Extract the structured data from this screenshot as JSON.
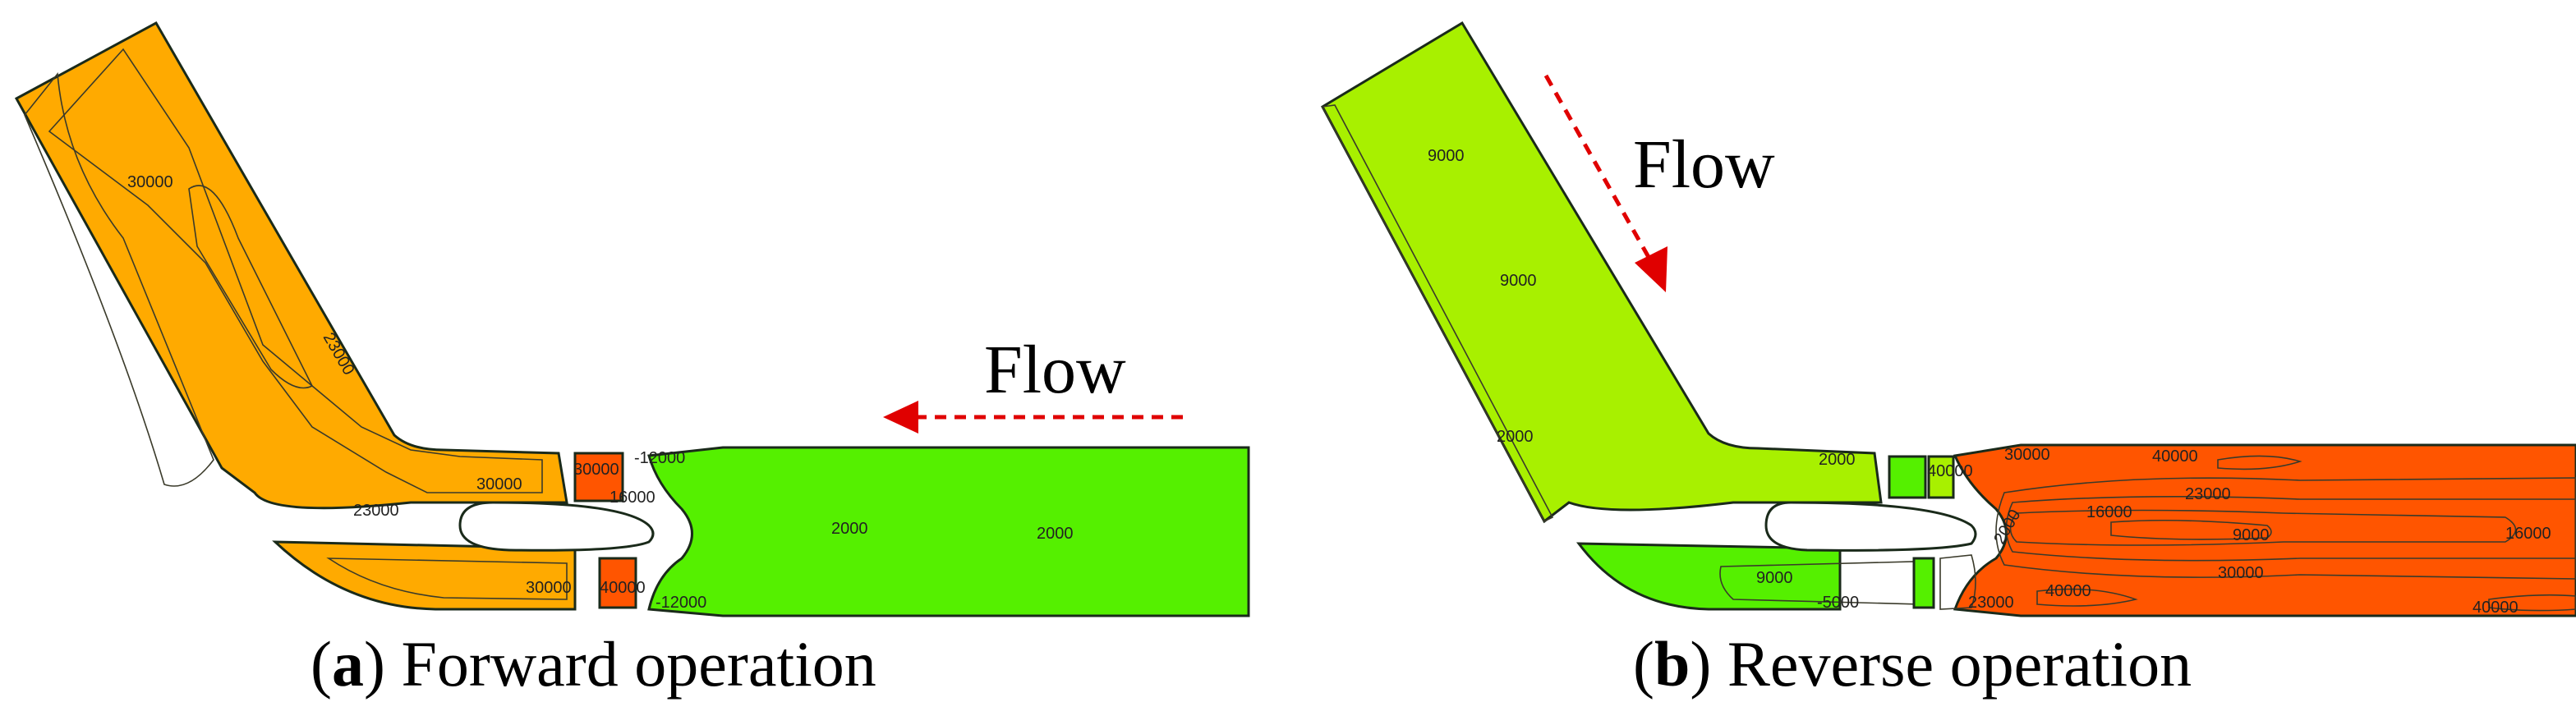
{
  "colors": {
    "orange_light": "#FFAA00",
    "orange_dark": "#FF5500",
    "green_bright": "#55F000",
    "green_yellow": "#A8F000",
    "yellow": "#F0F000",
    "red": "#E61E1E",
    "arrow_red": "#E00000"
  },
  "panel_a": {
    "caption_letter": "a",
    "caption_text": " Forward operation",
    "flow_label": "Flow",
    "contour_labels": [
      "30000",
      "23000",
      "30000",
      "23000",
      "30000",
      "16000",
      "-12000",
      "30000",
      "40000",
      "-12000",
      "2000",
      "2000"
    ]
  },
  "panel_b": {
    "caption_letter": "b",
    "caption_text": " Reverse operation",
    "flow_label": "Flow",
    "contour_labels": [
      "9000",
      "9000",
      "2000",
      "2000",
      "40000",
      "30000",
      "40000",
      "23000",
      "2000",
      "16000",
      "9000",
      "16000",
      "30000",
      "40000",
      "23000",
      "9000",
      "-5000",
      "40000"
    ]
  }
}
